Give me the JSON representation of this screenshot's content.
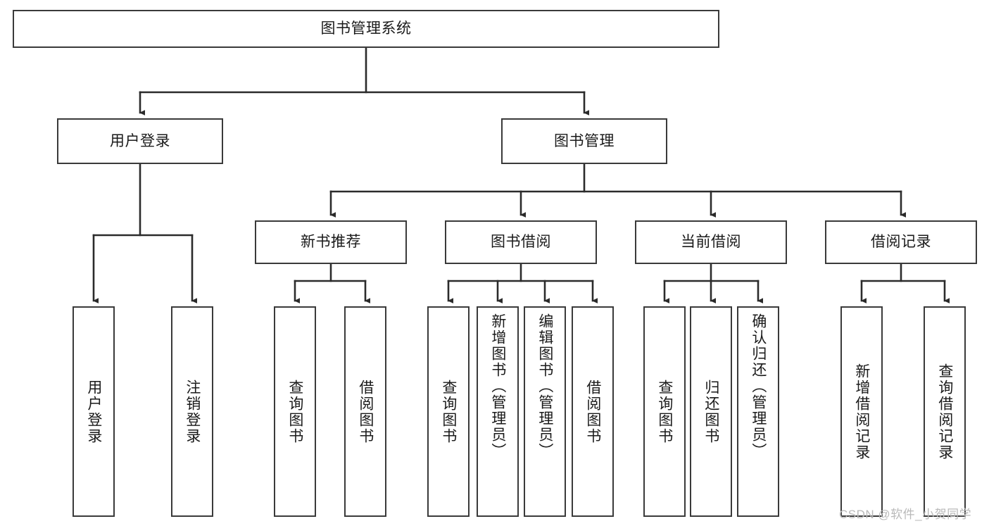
{
  "diagram": {
    "type": "tree",
    "title": "图书管理系统",
    "watermark": "CSDN @软件_小贺同学",
    "colors": {
      "box_border": "#3a3a3a",
      "connector": "#2b2b2b",
      "background": "#ffffff",
      "text": "#1a1a1a",
      "watermark": "#b9b9b9"
    },
    "root": {
      "label": "图书管理系统"
    },
    "level2": [
      {
        "label": "用户登录"
      },
      {
        "label": "图书管理"
      }
    ],
    "level3": [
      {
        "label": "新书推荐"
      },
      {
        "label": "图书借阅"
      },
      {
        "label": "当前借阅"
      },
      {
        "label": "借阅记录"
      }
    ],
    "leaves": {
      "user_login": [
        {
          "label": "用户登录"
        },
        {
          "label": "注销登录"
        }
      ],
      "new_book": [
        {
          "label": "查询图书"
        },
        {
          "label": "借阅图书"
        }
      ],
      "book_borrow": [
        {
          "label": "查询图书"
        },
        {
          "label": "新增图书（管理员）"
        },
        {
          "label": "编辑图书（管理员）"
        },
        {
          "label": "借阅图书"
        }
      ],
      "current_borrow": [
        {
          "label": "查询图书"
        },
        {
          "label": "归还图书"
        },
        {
          "label": "确认归还（管理员）"
        }
      ],
      "borrow_record": [
        {
          "label": "新增借阅记录"
        },
        {
          "label": "查询借阅记录"
        }
      ]
    }
  }
}
